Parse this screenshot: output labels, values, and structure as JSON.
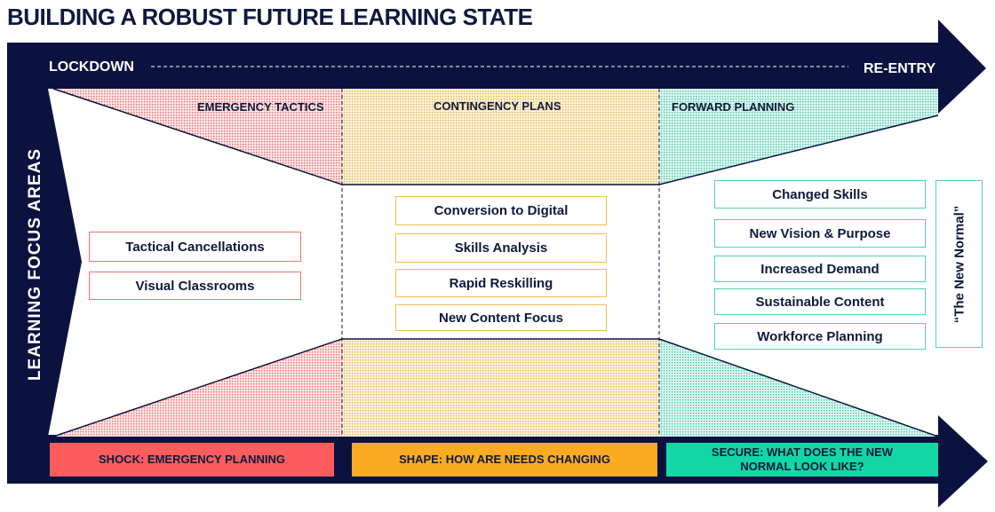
{
  "title": "BUILDING A ROBUST FUTURE LEARNING STATE",
  "timeline": {
    "start": "LOCKDOWN",
    "end": "RE-ENTRY"
  },
  "side_label": "LEARNING  FOCUS AREAS",
  "zones": [
    {
      "header": "EMERGENCY TACTICS",
      "color": "#f47c7c",
      "items": [
        "Tactical Cancellations",
        "Visual Classrooms"
      ],
      "bottom": "SHOCK: EMERGENCY PLANNING",
      "bottom_color": "#fc5c5c"
    },
    {
      "header": "CONTINGENCY PLANS",
      "color": "#f7c35c",
      "items": [
        "Conversion to Digital",
        "Skills Analysis",
        "Rapid  Reskilling",
        "New Content Focus"
      ],
      "bottom": "SHAPE:  HOW ARE  NEEDS CHANGING",
      "bottom_color": "#fbab21"
    },
    {
      "header": "FORWARD PLANNING",
      "color": "#5ed6b8",
      "items": [
        "Changed Skills",
        "New Vision & Purpose",
        "Increased Demand",
        "Sustainable Content",
        "Workforce Planning"
      ],
      "bottom": "SECURE: WHAT DOES THE NEW NORMAL LOOK LIKE?",
      "bottom_color": "#13d6a4"
    }
  ],
  "new_normal": "“The New Normal”",
  "colors": {
    "navy": "#0c1240"
  }
}
